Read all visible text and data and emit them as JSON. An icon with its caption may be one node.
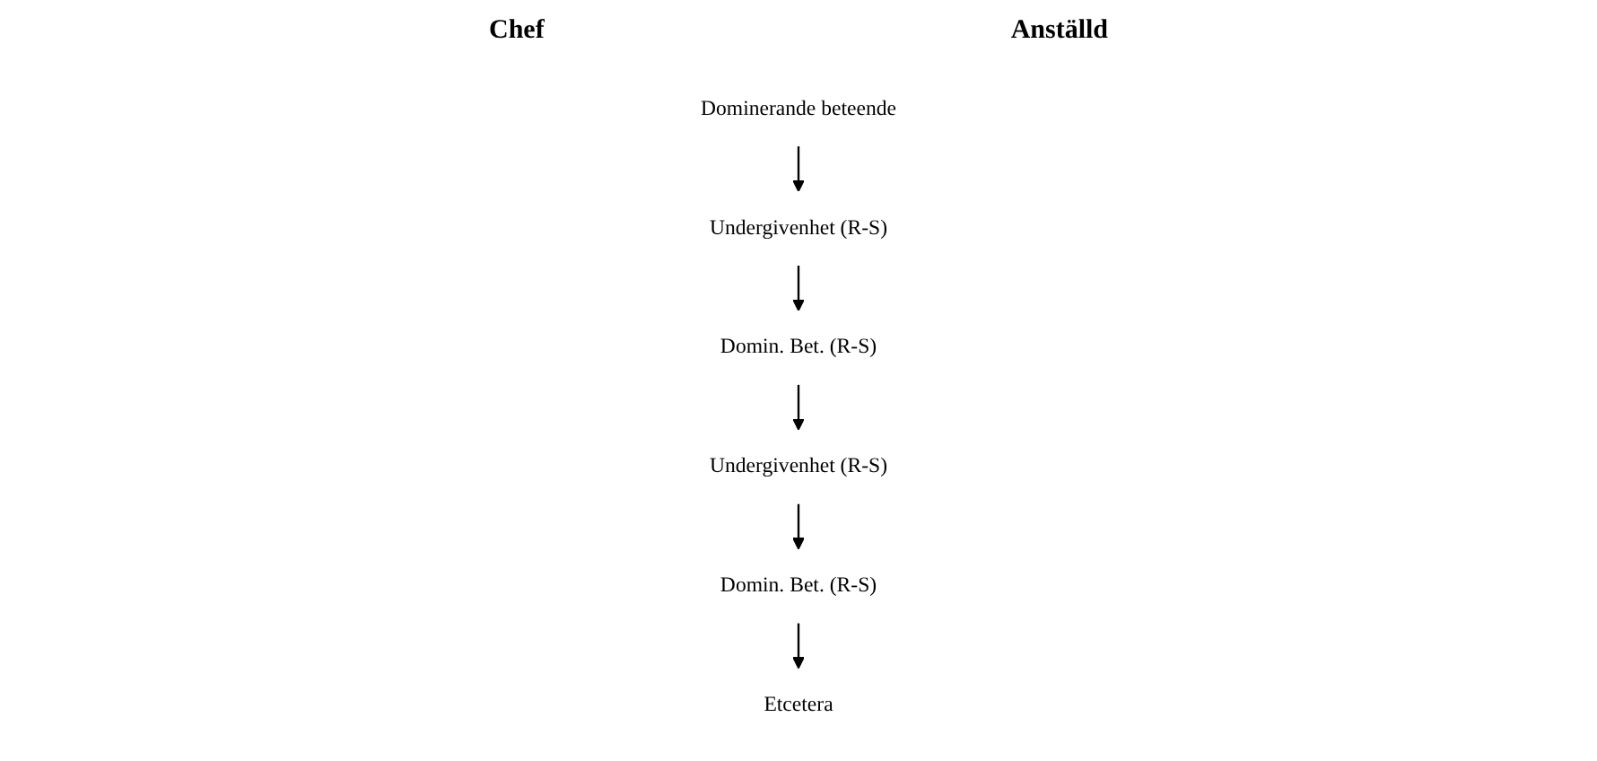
{
  "diagram": {
    "nodes": [
      {
        "text": [
          "Dominerande beteende"
        ]
      },
      {
        "text": [
          "Undergivenhet (R-S)"
        ]
      },
      {
        "text": [
          "Domin. Bet. (R-S)"
        ]
      },
      {
        "text": [
          "Undergivenhet (R-S)"
        ]
      },
      {
        "text": [
          "Domin. Bet. (R-S)"
        ]
      },
      {
        "text": [
          "Etcetera"
        ]
      }
    ],
    "edges": [
      {
        "from": 0,
        "to": 1,
        "arrow": "to"
      },
      {
        "from": 1,
        "to": 2,
        "arrow": "to"
      },
      {
        "from": 2,
        "to": 3,
        "arrow": "to"
      },
      {
        "from": 3,
        "to": 4,
        "arrow": "to"
      },
      {
        "from": 4,
        "to": 5,
        "arrow": "to"
      }
    ],
    "labels": [
      "Chef",
      "Anställd"
    ]
  }
}
